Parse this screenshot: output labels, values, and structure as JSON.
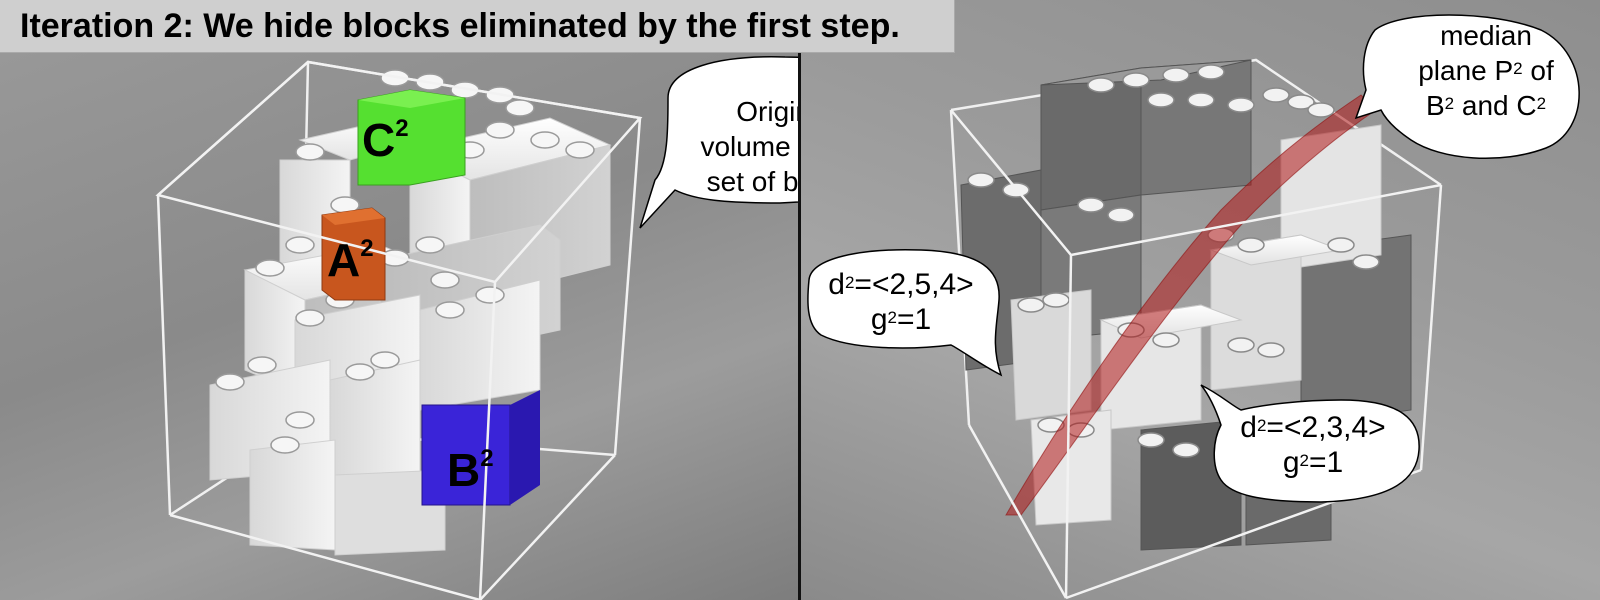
{
  "title": "Iteration 2: We hide blocks eliminated by the first step.",
  "left": {
    "labels": {
      "c": "C",
      "a": "A",
      "b": "B",
      "sup": "2"
    },
    "bubble": {
      "line1": "Original",
      "line2": "volume of the",
      "line3": "set of blocks"
    }
  },
  "right": {
    "bubble_median": {
      "line1": "median",
      "line2_pre": "plane P",
      "sup": "2",
      "line2_post": " of",
      "line3_b": "B",
      "line3_mid": " and C"
    },
    "bubble_d1": {
      "pre": "d",
      "sup": "2",
      "post": "=<2,5,4>",
      "g_pre": "g",
      "g_post": "=1"
    },
    "bubble_d2": {
      "pre": "d",
      "sup": "2",
      "post": "=<2,3,4>",
      "g_pre": "g",
      "g_post": "=1"
    }
  },
  "colors": {
    "green": "#55e030",
    "orange": "#c8561e",
    "blue": "#3a24d8",
    "plane": "#b01818"
  }
}
